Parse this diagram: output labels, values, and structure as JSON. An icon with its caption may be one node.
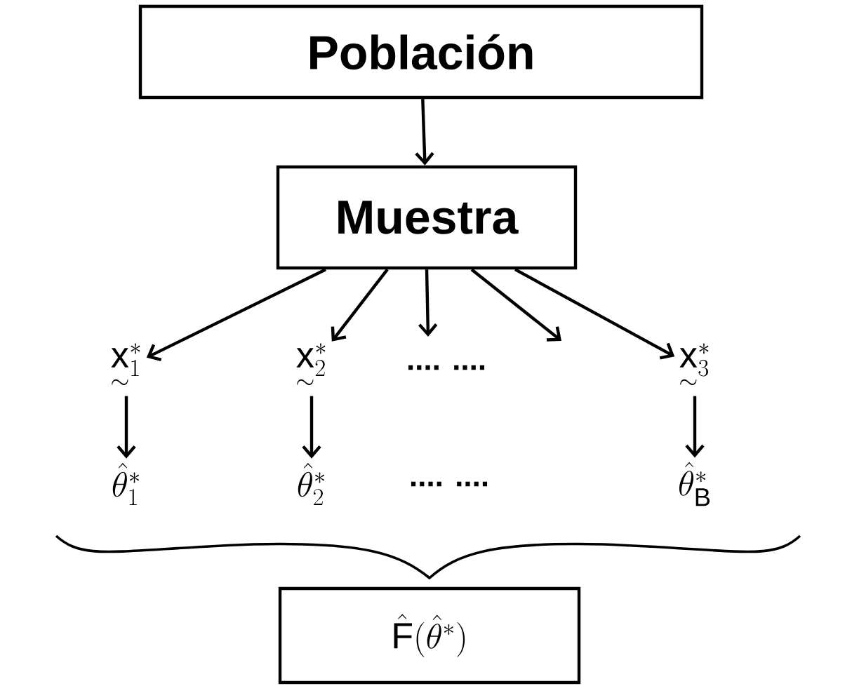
{
  "diagram": {
    "nodes": [
      {
        "text": [
          "Población"
        ]
      },
      {
        "text": [
          "Muestra"
        ]
      },
      {
        "text": [
          "\\underset{\\sim}{\\mathrm{x}}{}^{*}_{1}"
        ]
      },
      {
        "text": [
          "\\underset{\\sim}{\\mathrm{x}}{}^{*}_{2}"
        ]
      },
      {
        "text": [
          "\\underset{\\sim}{\\mathrm{x}}{}^{*}_{3}"
        ]
      },
      {
        "text": [
          "\\hat{\\theta}^{*}_{1}"
        ]
      },
      {
        "text": [
          "\\hat{\\theta}^{*}_{2}"
        ]
      },
      {
        "text": [
          "\\hat{\\theta}^{*}_{\\mathrm{B}}"
        ]
      },
      {
        "text": [
          "\\hat{\\mathrm{F}}(\\hat{\\theta}^{*})"
        ]
      }
    ],
    "edges": [
      {
        "from": 0,
        "to": 1,
        "arrow": "to"
      },
      {
        "from": 1,
        "to": 2,
        "arrow": "to"
      },
      {
        "from": 1,
        "to": 3,
        "arrow": "to"
      },
      {
        "from": 1,
        "to": null,
        "arrow": "to"
      },
      {
        "from": 1,
        "to": null,
        "arrow": "to"
      },
      {
        "from": 1,
        "to": 4,
        "arrow": "to"
      },
      {
        "from": 2,
        "to": 5,
        "arrow": "to"
      },
      {
        "from": 3,
        "to": 6,
        "arrow": "to"
      },
      {
        "from": 4,
        "to": 7,
        "arrow": "to"
      }
    ],
    "labels": [
      ".... ....",
      ".... ...."
    ]
  }
}
